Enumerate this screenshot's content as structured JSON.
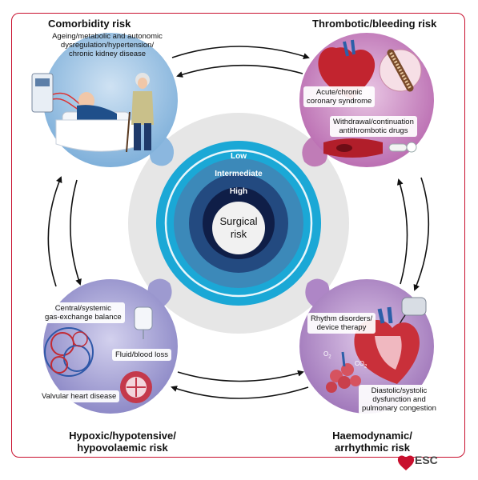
{
  "quadrants": {
    "comorbidity": {
      "title": "Comorbidity risk",
      "factors": [
        "Ageing/metabolic and autonomic",
        "dysregulation/hypertension/",
        "chronic kidney disease"
      ]
    },
    "thrombotic": {
      "title": "Thrombotic/bleeding risk",
      "factor_acs": [
        "Acute/chronic",
        "coronary syndrome"
      ],
      "factor_drugs": [
        "Withdrawal/continuation",
        "antithrombotic drugs"
      ]
    },
    "hypoxic": {
      "title": [
        "Hypoxic/hypotensive/",
        "hypovolaemic risk"
      ],
      "factor_gas": [
        "Central/systemic",
        "gas-exchange balance"
      ],
      "factor_fluid": "Fluid/blood loss",
      "factor_valve": "Valvular heart disease"
    },
    "haemodynamic": {
      "title": [
        "Haemodynamic/",
        "arrhythmic risk"
      ],
      "factor_rhythm": [
        "Rhythm disorders/",
        "device therapy"
      ],
      "factor_dysfunction": [
        "Diastolic/systolic",
        "dysfunction and",
        "pulmonary congestion"
      ],
      "o2": "O",
      "co2": "CO"
    }
  },
  "center": {
    "low": "Low",
    "intermediate": "Intermediate",
    "high": "High",
    "core": [
      "Surgical",
      "risk"
    ]
  },
  "brand": "ESC",
  "colors": {
    "frame": "#c8102e",
    "ring_low": "#1ba8d6",
    "ring_intermediate": "#3c89b9",
    "ring_high": "#234a80",
    "ring_core": "#0f1e47",
    "halo": "#e4e4e4",
    "comorbidity_bg": "#9fc4e4",
    "thrombotic_bg": "#c986c0",
    "hypoxic_bg": "#a6a3d4",
    "haemodynamic_bg": "#b892cb"
  }
}
